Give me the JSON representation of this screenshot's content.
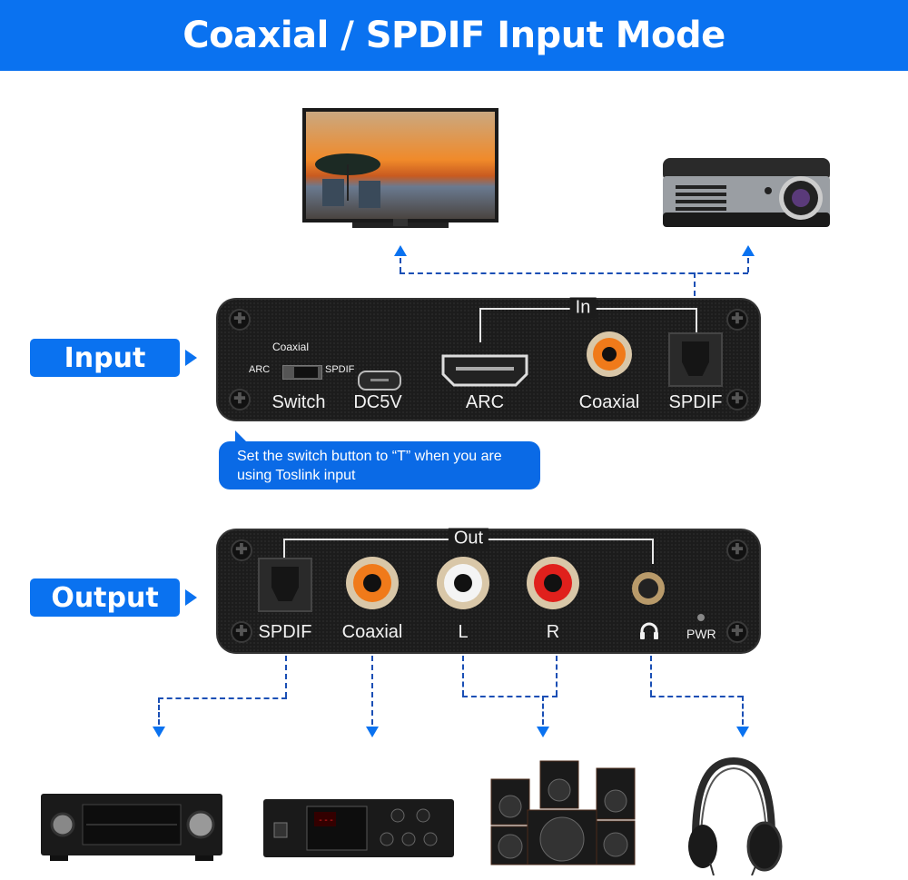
{
  "header": {
    "title": "Coaxial / SPDIF Input Mode"
  },
  "colors": {
    "accent": "#0a72f0",
    "panel": "#1c1c1c",
    "dash": "#1a4fb5",
    "coax_orange": "#f07a1a",
    "white_rca": "#f4f4f4",
    "red_rca": "#e0201c"
  },
  "input_section": {
    "tag_label": "Input",
    "bracket_label": "In",
    "switch": {
      "top_label": "Coaxial",
      "left_label": "ARC",
      "right_label": "SPDIF",
      "name_label": "Switch"
    },
    "ports": [
      {
        "label": "DC5V",
        "icon": "micro-usb-port"
      },
      {
        "label": "ARC",
        "icon": "hdmi-port"
      },
      {
        "label": "Coaxial",
        "icon": "rca-orange-port"
      },
      {
        "label": "SPDIF",
        "icon": "toslink-port"
      }
    ],
    "tip": "Set the switch button to “T” when you are using Toslink input",
    "targets": [
      {
        "icon": "tv-icon"
      },
      {
        "icon": "projector-icon"
      }
    ]
  },
  "output_section": {
    "tag_label": "Output",
    "bracket_label": "Out",
    "ports": [
      {
        "label": "SPDIF",
        "icon": "toslink-port"
      },
      {
        "label": "Coaxial",
        "icon": "rca-orange-port"
      },
      {
        "label": "L",
        "icon": "rca-white-port"
      },
      {
        "label": "R",
        "icon": "rca-red-port"
      },
      {
        "label": "",
        "icon": "headphone-jack-icon"
      }
    ],
    "pwr_label": "PWR",
    "targets": [
      {
        "icon": "av-receiver-icon"
      },
      {
        "icon": "amplifier-icon"
      },
      {
        "icon": "speaker-system-icon"
      },
      {
        "icon": "headphones-icon"
      }
    ]
  }
}
